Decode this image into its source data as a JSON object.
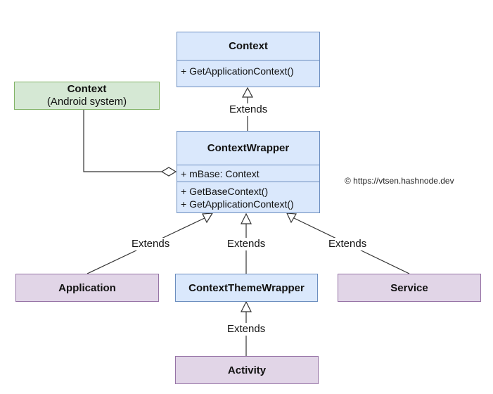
{
  "context": {
    "title": "Context",
    "members": [
      "+ GetApplicationContext()"
    ]
  },
  "android_context": {
    "title": "Context",
    "subtitle": "(Android system)"
  },
  "context_wrapper": {
    "title": "ContextWrapper",
    "fields": [
      "+ mBase: Context"
    ],
    "methods": [
      "+ GetBaseContext()",
      "+ GetApplicationContext()"
    ]
  },
  "application": {
    "title": "Application"
  },
  "context_theme_wrapper": {
    "title": "ContextThemeWrapper"
  },
  "service": {
    "title": "Service"
  },
  "activity": {
    "title": "Activity"
  },
  "edges": {
    "extends_label": "Extends"
  },
  "watermark": "© https://vtsen.hashnode.dev",
  "colors": {
    "blue_fill": "#dae8fc",
    "green_fill": "#d5e8d4",
    "purple_fill": "#e1d5e7",
    "line": "#333333"
  }
}
